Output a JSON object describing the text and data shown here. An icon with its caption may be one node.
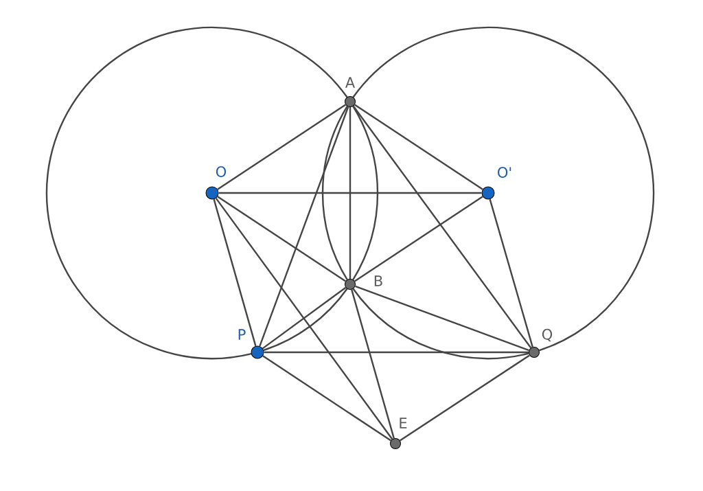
{
  "diagram": {
    "nodes": [
      {
        "text": [
          "A"
        ]
      },
      {
        "text": [
          "O"
        ]
      },
      {
        "text": [
          "O'"
        ]
      },
      {
        "text": [
          "B"
        ]
      },
      {
        "text": [
          "P"
        ]
      },
      {
        "text": [
          "Q"
        ]
      },
      {
        "text": [
          "E"
        ]
      }
    ],
    "edges": [
      {
        "from": 0,
        "to": 1,
        "arrow": "none"
      },
      {
        "from": 0,
        "to": 2,
        "arrow": "none"
      },
      {
        "from": 0,
        "to": 3,
        "arrow": "none"
      },
      {
        "from": 0,
        "to": 4,
        "arrow": "none"
      },
      {
        "from": 0,
        "to": 5,
        "arrow": "none"
      },
      {
        "from": 1,
        "to": 2,
        "arrow": "none"
      },
      {
        "from": 1,
        "to": 3,
        "arrow": "none"
      },
      {
        "from": 1,
        "to": 4,
        "arrow": "none"
      },
      {
        "from": 1,
        "to": 6,
        "arrow": "none"
      },
      {
        "from": 2,
        "to": 3,
        "arrow": "none"
      },
      {
        "from": 2,
        "to": 5,
        "arrow": "none"
      },
      {
        "from": 3,
        "to": 4,
        "arrow": "none"
      },
      {
        "from": 3,
        "to": 5,
        "arrow": "none"
      },
      {
        "from": 3,
        "to": 6,
        "arrow": "none"
      },
      {
        "from": 4,
        "to": 5,
        "arrow": "none"
      },
      {
        "from": 4,
        "to": 6,
        "arrow": "none"
      },
      {
        "from": 5,
        "to": 6,
        "arrow": "none"
      },
      {
        "from": 0,
        "to": 4,
        "arrow": "none"
      },
      {
        "from": 0,
        "to": 5,
        "arrow": "none"
      },
      {
        "from": 0,
        "to": 3,
        "arrow": "none"
      },
      {
        "from": 0,
        "to": 3,
        "arrow": "none"
      },
      {
        "from": 3,
        "to": 4,
        "arrow": "none"
      },
      {
        "from": 3,
        "to": 5,
        "arrow": "none"
      }
    ]
  }
}
